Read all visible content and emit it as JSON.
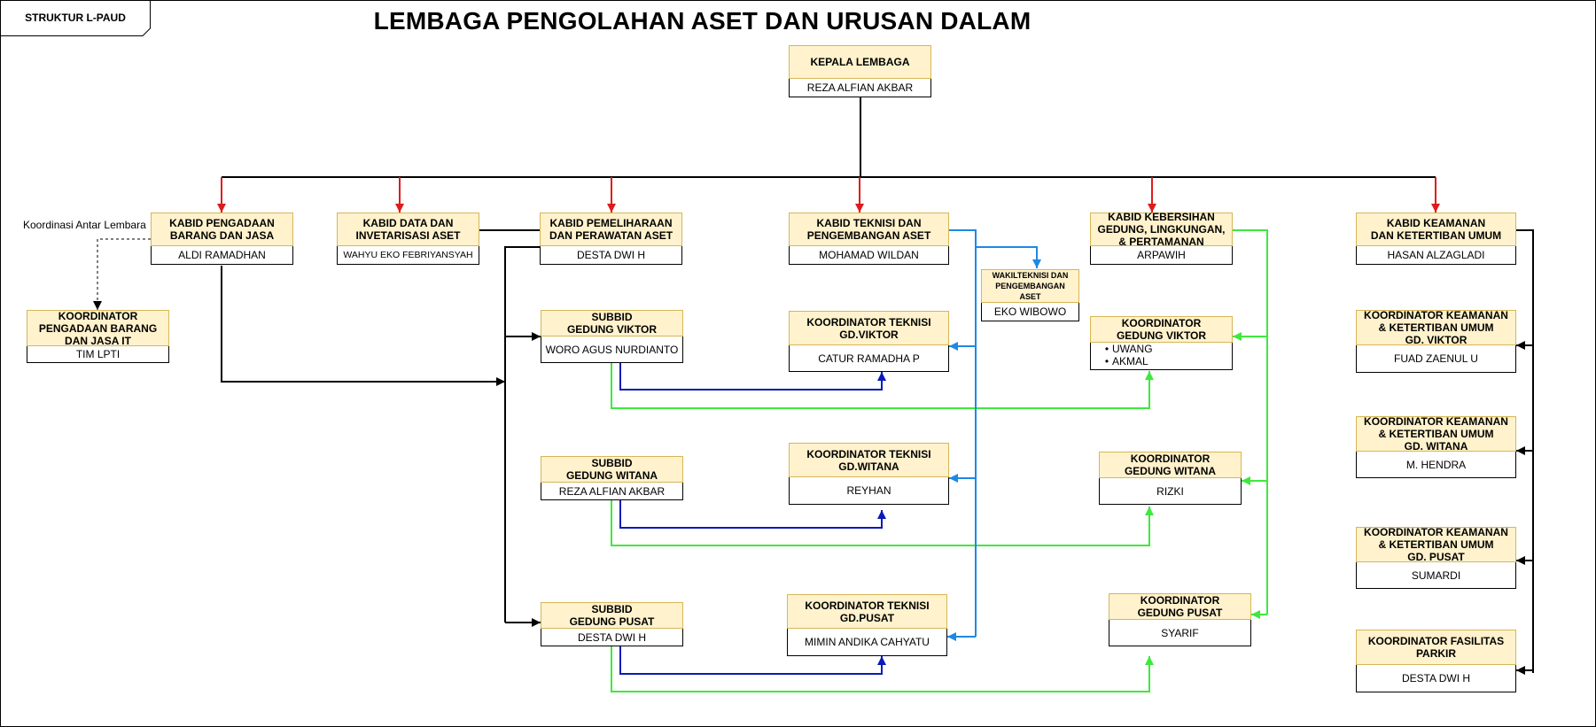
{
  "tag_label": "STRUKTUR L-PAUD",
  "title": "LEMBAGA PENGOLAHAN ASET DAN URUSAN DALAM",
  "note": "Koordinasi Antar Lembara",
  "colors": {
    "header_fill": "#fff2cc",
    "header_border": "#d6b656",
    "red": "#e01b1b",
    "blue": "#0b1ab8",
    "light_blue": "#1e88e5",
    "green": "#3ee83e",
    "black": "#000000"
  },
  "nodes": {
    "kepala": {
      "title": "KEPALA LEMBAGA",
      "name": "REZA ALFIAN AKBAR"
    },
    "kabid_pengadaan": {
      "title": "KABID PENGADAAN\nBARANG DAN JASA",
      "name": "ALDI RAMADHAN"
    },
    "kabid_data": {
      "title": "KABID DATA DAN\nINVETARISASI ASET",
      "name": "WAHYU EKO FEBRIYANSYAH"
    },
    "kabid_pemeliharaan": {
      "title": "KABID PEMELIHARAAN\nDAN PERAWATAN ASET",
      "name": "DESTA DWI H"
    },
    "kabid_teknisi": {
      "title": "KABID TEKNISI DAN\nPENGEMBANGAN ASET",
      "name": "MOHAMAD WILDAN"
    },
    "kabid_kebersihan": {
      "title": "KABID KEBERSIHAN\nGEDUNG, LINGKUNGAN,\n& PERTAMANAN",
      "name": "ARPAWIH"
    },
    "kabid_keamanan": {
      "title": "KABID KEAMANAN\nDAN KETERTIBAN UMUM",
      "name": "HASAN ALZAGLADI"
    },
    "koord_pengadaan": {
      "title": "KOORDINATOR\nPENGADAAN BARANG\nDAN JASA IT",
      "name": "TIM LPTI"
    },
    "wakil_teknisi": {
      "title": "WAKILTEKNISI DAN\nPENGEMBANGAN ASET",
      "name": "EKO WIBOWO"
    },
    "subbid_viktor": {
      "title": "SUBBID\nGEDUNG VIKTOR",
      "name": "WORO AGUS NURDIANTO"
    },
    "subbid_witana": {
      "title": "SUBBID\nGEDUNG WITANA",
      "name": "REZA ALFIAN AKBAR"
    },
    "subbid_pusat": {
      "title": "SUBBID\nGEDUNG PUSAT",
      "name": "DESTA DWI H"
    },
    "koord_teknisi_viktor": {
      "title": "KOORDINATOR TEKNISI\nGD.VIKTOR",
      "name": "CATUR RAMADHA P"
    },
    "koord_teknisi_witana": {
      "title": "KOORDINATOR TEKNISI\nGD.WITANA",
      "name": "REYHAN"
    },
    "koord_teknisi_pusat": {
      "title": "KOORDINATOR TEKNISI\nGD.PUSAT",
      "name": "MIMIN ANDIKA CAHYATU"
    },
    "koord_gedung_viktor": {
      "title": "KOORDINATOR\nGEDUNG VIKTOR",
      "members": [
        "UWANG",
        "AKMAL"
      ]
    },
    "koord_gedung_witana": {
      "title": "KOORDINATOR\nGEDUNG WITANA",
      "name": "RIZKI"
    },
    "koord_gedung_pusat": {
      "title": "KOORDINATOR\nGEDUNG PUSAT",
      "name": "SYARIF"
    },
    "koord_keamanan_viktor": {
      "title": "KOORDINATOR KEAMANAN\n& KETERTIBAN UMUM\nGD. VIKTOR",
      "name": "FUAD ZAENUL U"
    },
    "koord_keamanan_witana": {
      "title": "KOORDINATOR KEAMANAN\n& KETERTIBAN UMUM\nGD. WITANA",
      "name": "M. HENDRA"
    },
    "koord_keamanan_pusat": {
      "title": "KOORDINATOR KEAMANAN\n& KETERTIBAN UMUM\nGD. PUSAT",
      "name": "SUMARDI"
    },
    "koord_parkir": {
      "title": "KOORDINATOR FASILITAS\nPARKIR",
      "name": "DESTA DWI H"
    }
  }
}
